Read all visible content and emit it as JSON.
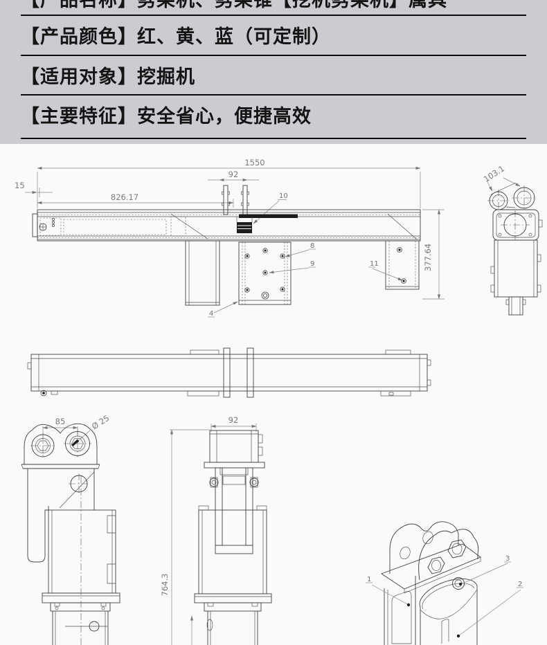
{
  "spec_panel": {
    "rows": [
      {
        "text": "【产品名称】劈柴机、劈柴锥【挖机劈柴机】属具"
      },
      {
        "text": "【产品颜色】红、黄、蓝（可定制）"
      },
      {
        "text": "【适用对象】挖掘机"
      },
      {
        "text": "【主要特征】安全省心，便捷高效"
      }
    ]
  },
  "drawing": {
    "views": {
      "side_assembly": {
        "dims": {
          "overall_length": "1550",
          "flange_spacing": "92",
          "left_offset": "15",
          "cylinder_position": "826.17",
          "assembly_height": "377.64"
        },
        "part_labels": {
          "wedge": "10",
          "bolt_a": "8",
          "bolt_b": "9",
          "bolt_c": "11",
          "plate": "4"
        }
      },
      "end_view": {
        "dims": {
          "ear_span": "103.1"
        }
      },
      "front_view": {
        "dims": {
          "hole_spacing": "85",
          "hole_diameter": "Ø 25"
        }
      },
      "side_view": {
        "dims": {
          "bracket_width": "92",
          "overall_height": "764.3"
        }
      },
      "iso_view": {
        "part_labels": {
          "frame": "1",
          "cylinder": "2",
          "boss": "3"
        }
      }
    },
    "colors": {
      "panel_bg": "#cbccd2",
      "paper_bg": "#fafafb",
      "line": "#3f3f41",
      "dim": "#8a8a8e"
    }
  }
}
